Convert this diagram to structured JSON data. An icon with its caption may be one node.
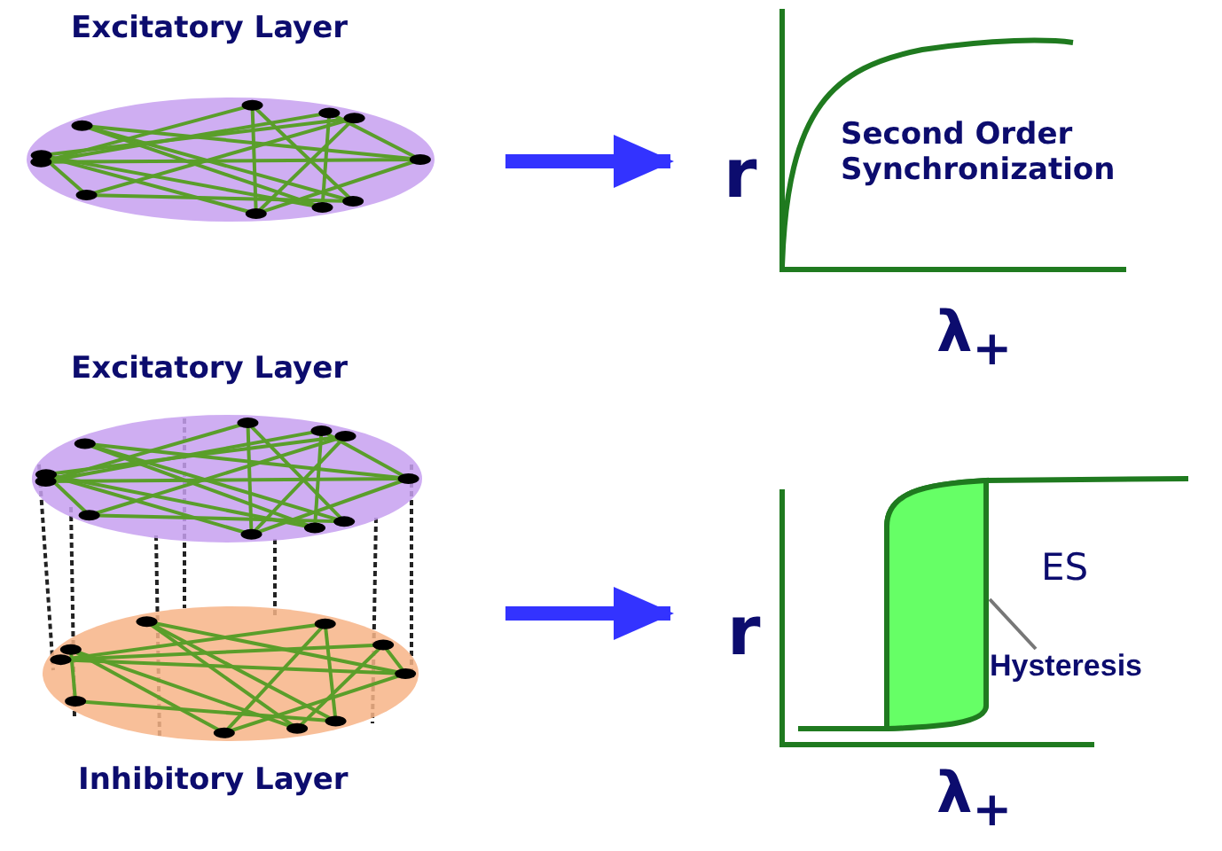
{
  "diagram": {
    "nodes": [
      {
        "text": [
          "Excitatory Layer"
        ]
      },
      {
        "text": [
          "Second Order Synchronization"
        ]
      },
      {
        "text": [
          "Excitatory Layer"
        ]
      },
      {
        "text": [
          "Inhibitory Layer"
        ]
      },
      {
        "text": [
          "ES"
        ]
      },
      {
        "text": [
          "Hysteresis"
        ],
        "in": 4
      },
      {
        "text": [],
        "shape": "region",
        "in": 4
      }
    ],
    "edges": [
      {
        "from": 0,
        "to": 1,
        "arrow": "to",
        "style": "thick",
        "color": "#3333ff"
      },
      {
        "from": 3,
        "to": 4,
        "arrow": "to",
        "style": "thick",
        "color": "#3333ff"
      },
      {
        "from": 5,
        "to": 6,
        "arrow": "none",
        "color": "#777777"
      },
      {
        "from": 2,
        "to": 3,
        "arrow": "none",
        "style": "dashed"
      },
      {
        "from": 2,
        "to": 3,
        "arrow": "none",
        "style": "dashed"
      },
      {
        "from": 2,
        "to": 3,
        "arrow": "none",
        "style": "dashed"
      },
      {
        "from": 2,
        "to": 3,
        "arrow": "none",
        "style": "dashed"
      },
      {
        "from": 2,
        "to": 3,
        "arrow": "none",
        "style": "dashed"
      },
      {
        "from": 2,
        "to": 3,
        "arrow": "none",
        "style": "dashed"
      },
      {
        "from": 2,
        "to": 3,
        "arrow": "none",
        "style": "dashed"
      }
    ],
    "labels": [
      "r",
      "λ$_{+}$",
      "r",
      "λ$_{+}$"
    ]
  }
}
